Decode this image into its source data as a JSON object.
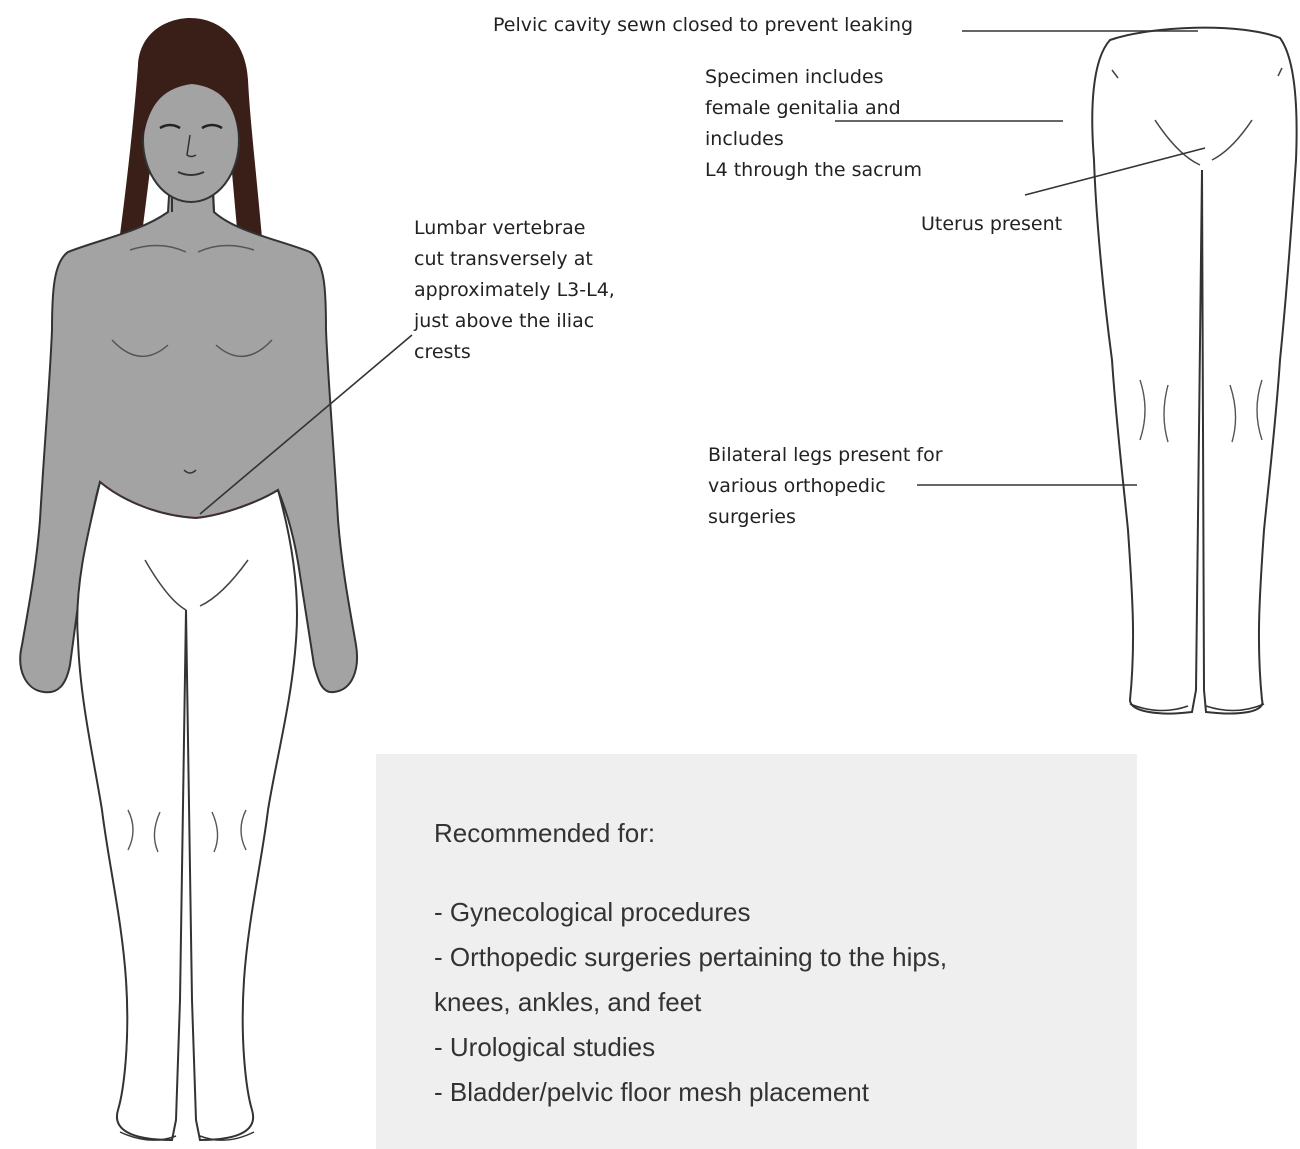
{
  "labels": {
    "pelvic": [
      "Pelvic cavity sewn closed to prevent leaking"
    ],
    "specimen": [
      "Specimen includes",
      "female genitalia and",
      "includes",
      "L4 through the sacrum"
    ],
    "uterus": [
      "Uterus present"
    ],
    "lumbar": [
      "Lumbar vertebrae",
      "cut transversely at",
      "approximately L3-L4,",
      "just above the iliac",
      "crests"
    ],
    "legs": [
      "Bilateral legs present for",
      "various orthopedic",
      "surgeries"
    ]
  },
  "recommended": {
    "title": "Recommended for:",
    "items": [
      "- Gynecological procedures",
      "- Orthopedic surgeries pertaining to the hips,",
      "knees, ankles, and feet",
      "- Urological studies",
      "- Bladder/pelvic floor mesh placement"
    ]
  },
  "colors": {
    "skin_gray": "#a3a3a3",
    "hair": "#3a1f18",
    "cut_line": "#d96a72",
    "outline": "#333333",
    "box_bg": "#efefef"
  }
}
